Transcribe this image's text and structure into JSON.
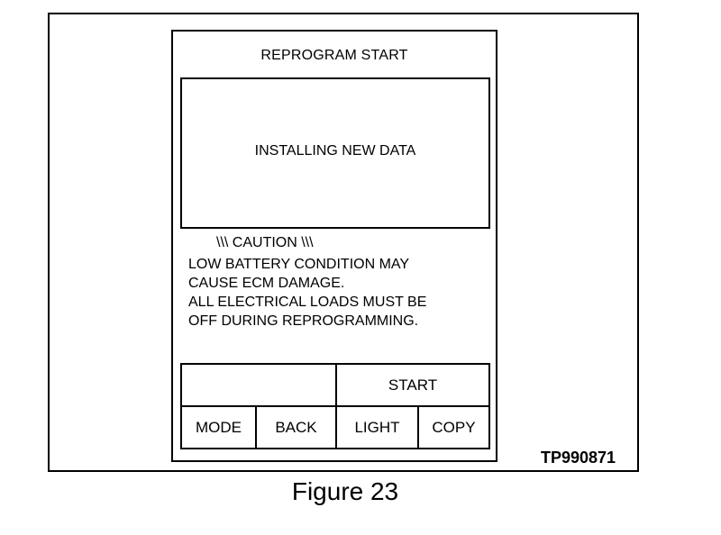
{
  "screen": {
    "title": "REPROGRAM START",
    "display_text": "INSTALLING NEW DATA",
    "caution_heading": "\\\\\\  CAUTION  \\\\\\",
    "message_lines": [
      "LOW BATTERY CONDITION MAY",
      "CAUSE ECM DAMAGE.",
      "ALL ELECTRICAL LOADS MUST BE",
      "OFF DURING REPROGRAMMING."
    ]
  },
  "keys": {
    "start": "START",
    "mode": "MODE",
    "back": "BACK",
    "light": "LIGHT",
    "copy": "COPY"
  },
  "figure": {
    "code": "TP990871",
    "caption": "Figure 23"
  }
}
